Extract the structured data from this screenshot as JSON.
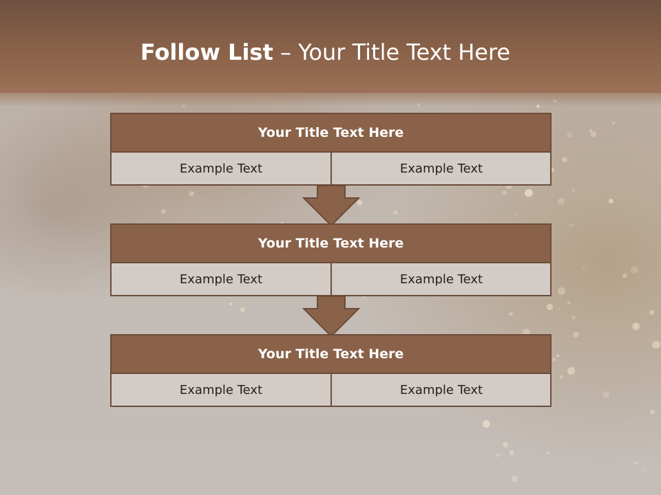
{
  "title": {
    "bold": "Follow List",
    "rest": " – Your Title Text Here"
  },
  "boxes": [
    {
      "title": "Your Title Text Here",
      "left": "Example Text",
      "right": "Example Text"
    },
    {
      "title": "Your Title Text Here",
      "left": "Example Text",
      "right": "Example Text"
    },
    {
      "title": "Your Title Text Here",
      "left": "Example Text",
      "right": "Example Text"
    }
  ],
  "colors": {
    "accent": "#8a6249",
    "border": "#6b4c3a",
    "cell_bg": "#d3cbc5"
  }
}
